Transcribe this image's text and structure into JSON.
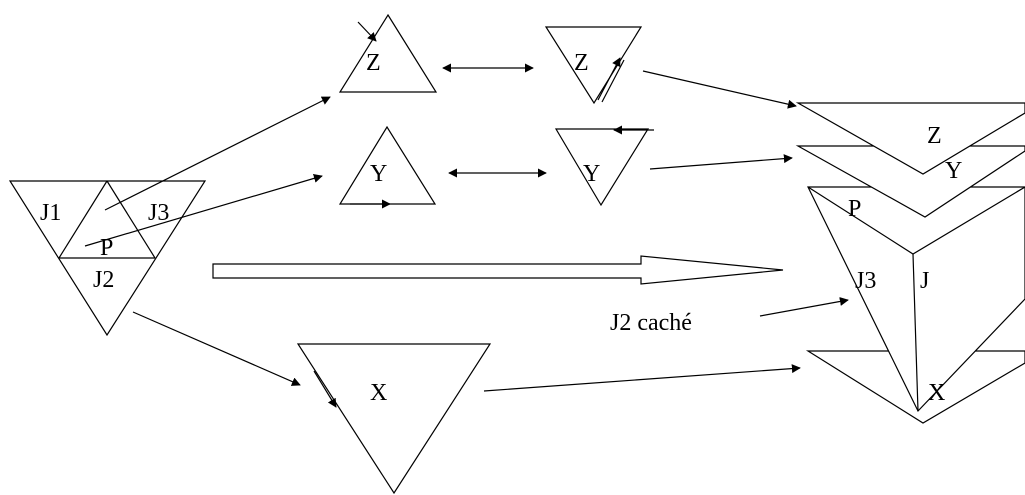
{
  "labels": {
    "net_face_left": "J1",
    "net_face_right": "J3",
    "net_face_bottom": "J2",
    "net_face_center": "P",
    "z_upright": "Z",
    "z_inverted": "Z",
    "y_upright": "Y",
    "y_inverted": "Y",
    "x_inverted": "X",
    "assembled_z": "Z",
    "assembled_y": "Y",
    "assembled_p": "P",
    "assembled_j3": "J3",
    "assembled_j": "J",
    "assembled_x": "X",
    "hidden_note": "J2 caché"
  },
  "colors": {
    "stroke": "#000000",
    "background": "#ffffff"
  }
}
